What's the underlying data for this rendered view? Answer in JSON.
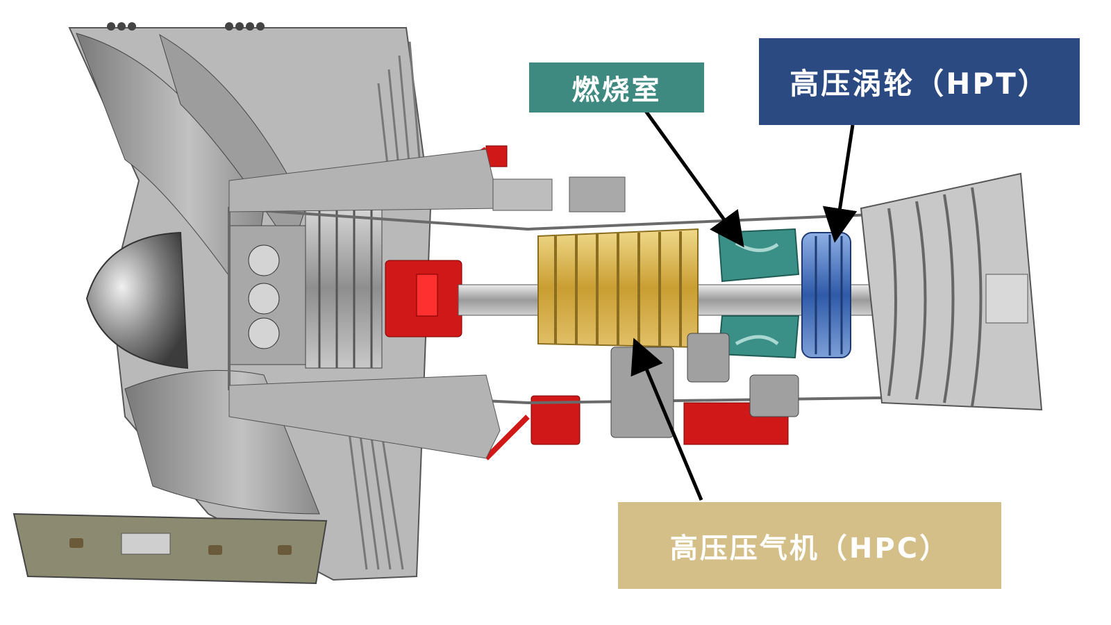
{
  "labels": {
    "combustor": "燃烧室",
    "hpt": "高压涡轮（HPT）",
    "hpc": "高压压气机（HPC）"
  },
  "colors": {
    "combustor_box": "#3f8a80",
    "hpt_box": "#2b4a82",
    "hpc_box": "#d4bf88",
    "engine_metal": "#9a9a9a",
    "engine_red": "#d01818",
    "hpc_gold": "#d9b44a",
    "combustor_teal": "#3a8f86",
    "hpt_blue": "#3d62a8"
  },
  "icons": [
    "turbofan-engine-cutaway",
    "arrow"
  ]
}
